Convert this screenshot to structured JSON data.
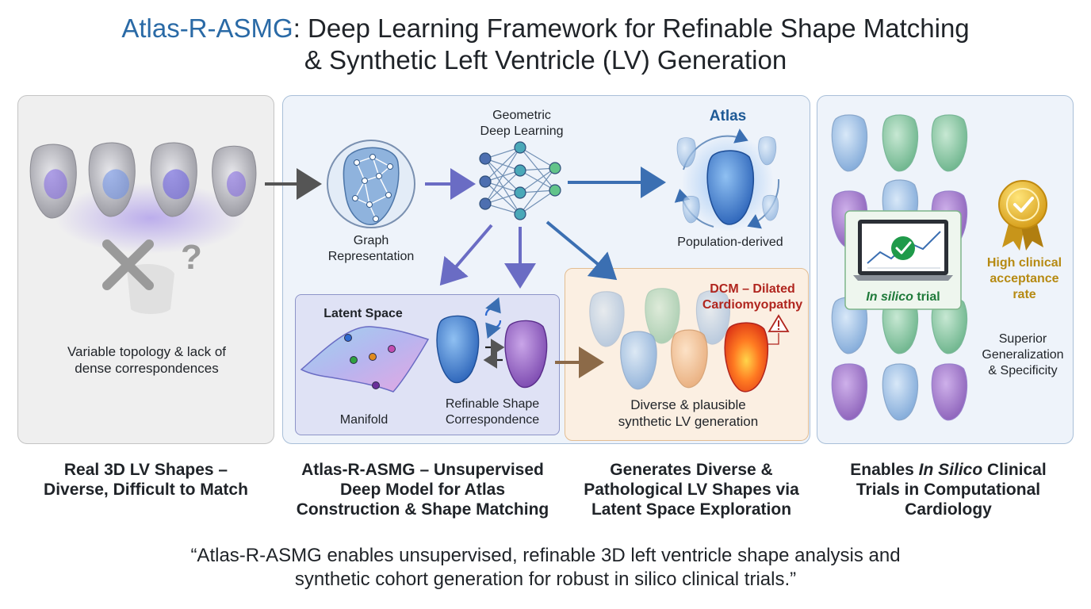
{
  "title": {
    "accent": "Atlas-R-ASMG",
    "rest_line1": ": Deep Learning Framework for Refinable Shape Matching",
    "line2": "& Synthetic Left Ventricle (LV) Generation"
  },
  "panel1": {
    "note_line1": "Variable topology & lack of",
    "note_line2": "dense correspondences",
    "question_mark": "?"
  },
  "panel2": {
    "gdl_line1": "Geometric",
    "gdl_line2": "Deep Learning",
    "graph_line1": "Graph",
    "graph_line2": "Representation",
    "atlas_title": "Atlas",
    "atlas_label": "Population-derived",
    "latent_title": "Latent Space",
    "manifold_label": "Manifold",
    "corr_line1": "Refinable Shape",
    "corr_line2": "Correspondence"
  },
  "panel3": {
    "dcm_line1": "DCM – Dilated",
    "dcm_line2": "Cardiomyopathy",
    "gen_line1": "Diverse & plausible",
    "gen_line2": "synthetic LV generation"
  },
  "panel4": {
    "trial_label_italic": "In silico",
    "trial_label_rest": " trial",
    "accept_line1": "High clinical",
    "accept_line2": "acceptance",
    "accept_line3": "rate",
    "gen_line1": "Superior",
    "gen_line2": "Generalization",
    "gen_line3": "& Specificity"
  },
  "captions": {
    "c1_line1": "Real 3D LV Shapes –",
    "c1_line2": "Diverse, Difficult to Match",
    "c2_line1": "Atlas-R-ASMG – Unsupervised",
    "c2_line2": "Deep Model for Atlas",
    "c2_line3": "Construction & Shape Matching",
    "c3_line1": "Generates Diverse &",
    "c3_line2": "Pathological LV Shapes via",
    "c3_line3": "Latent Space Exploration",
    "c4_pre": "Enables ",
    "c4_italic": "In Silico",
    "c4_post": " Clinical",
    "c4_line2": "Trials in Computational",
    "c4_line3": "Cardiology"
  },
  "quote": {
    "line1": "“Atlas-R-ASMG enables unsupervised, refinable 3D left ventricle shape analysis and",
    "line2": "synthetic cohort generation for robust in silico clinical trials.”"
  },
  "colors": {
    "title_accent": "#2a6aa6",
    "atlas_blue": "#1e5a96",
    "dcm_red": "#b0251e",
    "gold": "#b68a12",
    "check_green": "#1f9a4a"
  }
}
